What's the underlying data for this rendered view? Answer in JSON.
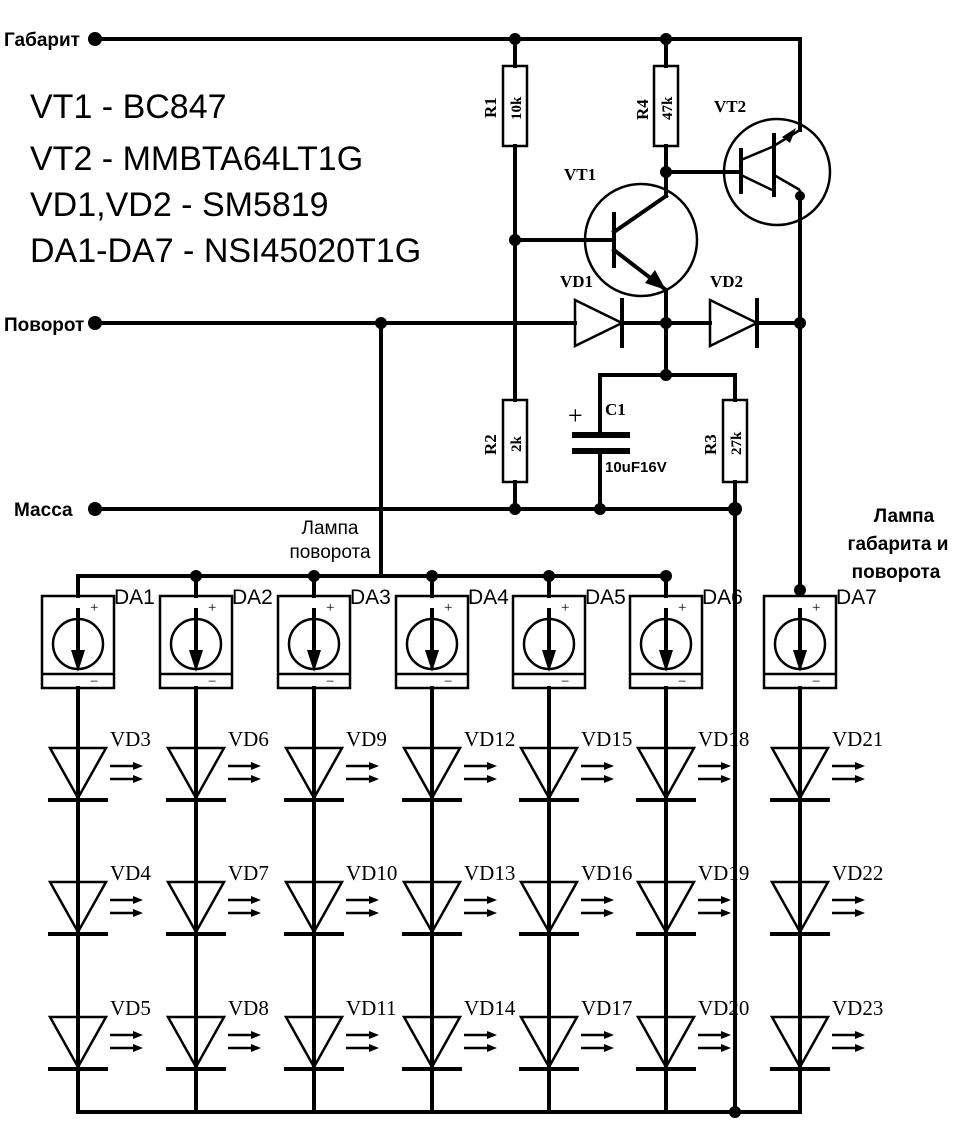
{
  "nets": {
    "gabarit": "Габарит",
    "povorot": "Поворот",
    "massa": "Масса"
  },
  "parts_list": [
    "VT1 - BC847",
    "VT2 - MMBTA64LT1G",
    "VD1,VD2 - SM5819",
    "DA1-DA7 - NSI45020T1G"
  ],
  "lamp_turn": [
    "Лампа",
    "поворота"
  ],
  "lamp_side": [
    "Лампа",
    "габарита и",
    "поворота"
  ],
  "resistors": {
    "r1": {
      "ref": "R1",
      "value": "10k"
    },
    "r4": {
      "ref": "R4",
      "value": "47k"
    },
    "r2": {
      "ref": "R2",
      "value": "2k"
    },
    "r3": {
      "ref": "R3",
      "value": "27k"
    }
  },
  "capacitor": {
    "ref": "C1",
    "value": "10uF16V",
    "polarity": "+"
  },
  "transistors": {
    "vt1": "VT1",
    "vt2": "VT2"
  },
  "diodes_top": {
    "vd1": "VD1",
    "vd2": "VD2"
  },
  "drivers": [
    "DA1",
    "DA2",
    "DA3",
    "DA4",
    "DA5",
    "DA6",
    "DA7"
  ],
  "driver_marks": {
    "plus": "+",
    "minus": "−"
  },
  "led_rows": [
    [
      "VD3",
      "VD6",
      "VD9",
      "VD12",
      "VD15",
      "VD18",
      "VD21"
    ],
    [
      "VD4",
      "VD7",
      "VD10",
      "VD13",
      "VD16",
      "VD19",
      "VD22"
    ],
    [
      "VD5",
      "VD8",
      "VD11",
      "VD14",
      "VD17",
      "VD20",
      "VD23"
    ]
  ]
}
